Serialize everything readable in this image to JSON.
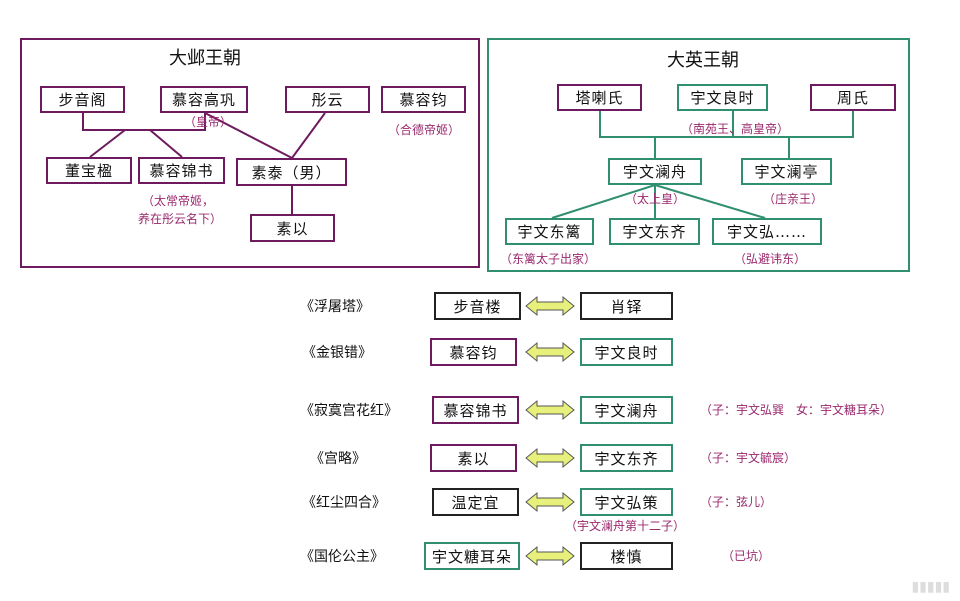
{
  "daye": {
    "title": "大邺王朝",
    "boxes": [
      "步音阁",
      "慕容高巩",
      "彤云",
      "慕容钧",
      "董宝楹",
      "慕容锦书",
      "素泰（男）",
      "素以"
    ],
    "notes": {
      "gaogong": "（皇帝）",
      "jun": "（合德帝姬）",
      "jinshu_1": "（太常帝姬，",
      "jinshu_2": "养在彤云名下）"
    }
  },
  "daying": {
    "title": "大英王朝",
    "boxes": [
      "塔喇氏",
      "宇文良时",
      "周氏",
      "宇文澜舟",
      "宇文澜亭",
      "宇文东篱",
      "宇文东齐",
      "宇文弘……"
    ],
    "notes": {
      "liangshi": "（南苑王、高皇帝）",
      "lanzhou": "（太上皇）",
      "lanting": "（庄亲王）",
      "dongli": "（东篱太子出家）",
      "hong": "（弘避讳东）"
    }
  },
  "pairs": [
    {
      "book": "《浮屠塔》",
      "left": "步音楼",
      "right": "肖铎",
      "note": ""
    },
    {
      "book": "《金银错》",
      "left": "慕容钧",
      "right": "宇文良时",
      "note": ""
    },
    {
      "book": "《寂寞宫花红》",
      "left": "慕容锦书",
      "right": "宇文澜舟",
      "note": "（子：宇文弘巽　女：宇文糖耳朵）"
    },
    {
      "book": "《宫略》",
      "left": "素以",
      "right": "宇文东齐",
      "note": "（子：宇文毓宸）"
    },
    {
      "book": "《红尘四合》",
      "left": "温定宜",
      "right": "宇文弘策",
      "note": "（子：弦儿）",
      "subnote": "（宇文澜舟第十二子）"
    },
    {
      "book": "《国伦公主》",
      "left": "宇文糖耳朵",
      "right": "楼慎",
      "note": "（已坑）"
    }
  ],
  "colors": {
    "purple": "#6e1a5e",
    "green": "#2f8f6f",
    "arrow": "#e6f07a"
  }
}
